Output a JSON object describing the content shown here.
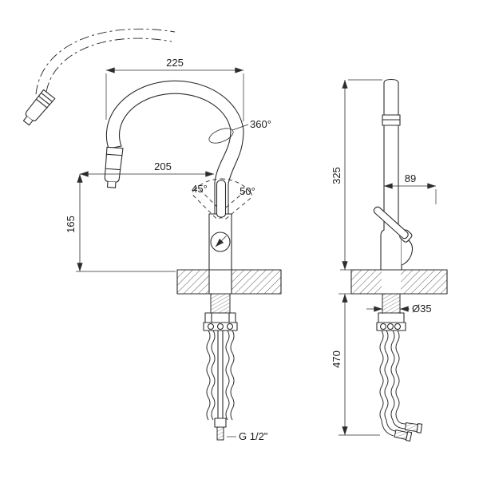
{
  "canvas": {
    "background": "#ffffff",
    "line_color": "#2c2c2c"
  },
  "front_view": {
    "dim_spout_width": "225",
    "dim_spout_reach": "205",
    "dim_outlet_height": "165",
    "label_swivel": "360°",
    "label_handle_angle_left": "45°",
    "label_handle_angle_right": "50°",
    "label_thread": "G 1/2\""
  },
  "side_view": {
    "dim_height": "325",
    "dim_handle_reach": "89",
    "dim_shank_diameter": "Ø35",
    "dim_hose_length": "470"
  }
}
